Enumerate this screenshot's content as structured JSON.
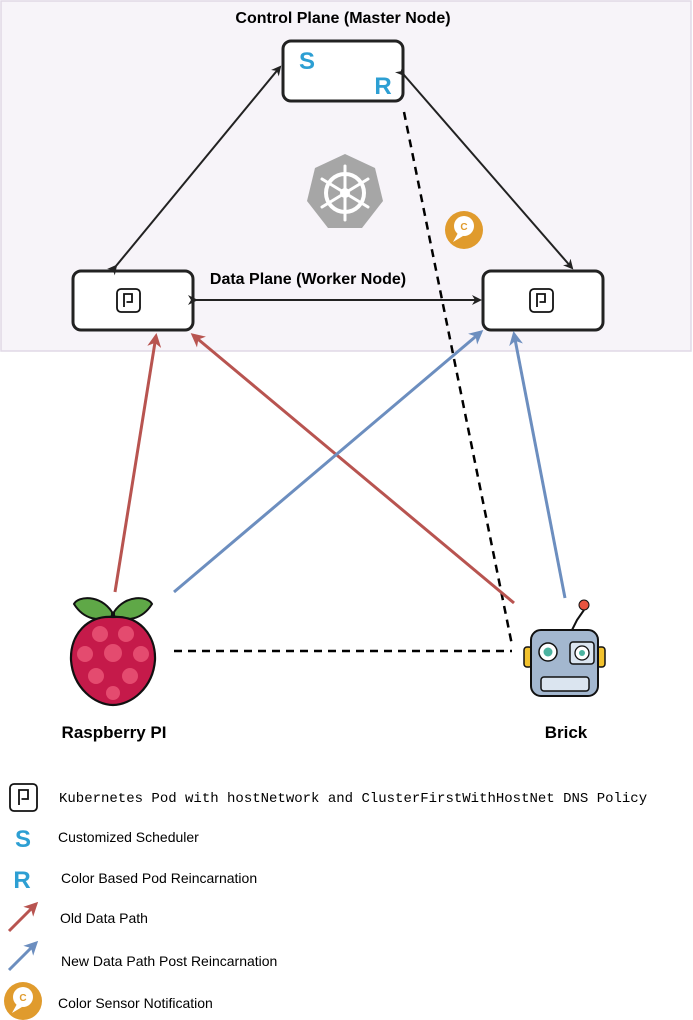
{
  "diagram": {
    "control_plane_title": "Control Plane (Master Node)",
    "data_plane_title": "Data Plane (Worker Node)",
    "scheduler_letter": "S",
    "reincarnation_letter": "R",
    "color_sensor_letter": "C",
    "raspberry_label": "Raspberry PI",
    "brick_label": "Brick",
    "kubernetes_logo": "kubernetes-helm-icon",
    "colors": {
      "old_path": "#b85450",
      "new_path": "#6c8ebf",
      "plane_fill": "#f7f4f9",
      "plane_border": "#e0d8e6",
      "letter_blue": "#2d9fd3",
      "sensor_orange": "#e09b2d",
      "k8s_gray": "#a6a6a6"
    }
  },
  "legend": {
    "items": [
      {
        "icon": "pod-icon",
        "text": "Kubernetes Pod with hostNetwork and ClusterFirstWithHostNet DNS Policy"
      },
      {
        "icon": "scheduler-s-icon",
        "text": "Customized Scheduler"
      },
      {
        "icon": "reincarnation-r-icon",
        "text": "Color Based Pod Reincarnation"
      },
      {
        "icon": "red-arrow-icon",
        "text": "Old Data Path"
      },
      {
        "icon": "blue-arrow-icon",
        "text": "New Data Path Post Reincarnation"
      },
      {
        "icon": "color-sensor-icon",
        "text": "Color Sensor Notification"
      }
    ]
  }
}
